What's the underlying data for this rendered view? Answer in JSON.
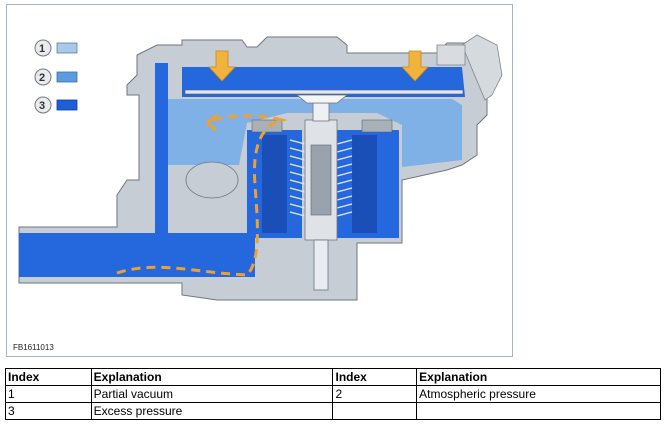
{
  "figure": {
    "id_label": "FB1611013",
    "legend": [
      {
        "number": "1",
        "swatch_color": "#a9c8ea"
      },
      {
        "number": "2",
        "swatch_color": "#5b9be0"
      },
      {
        "number": "3",
        "swatch_color": "#1d5fd8"
      }
    ],
    "colors": {
      "partial_vacuum": "#7fb0e6",
      "atmospheric": "#5b9be0",
      "excess": "#1f5fd8",
      "housing": "#bfc6cf",
      "arrow": "#f2b33c",
      "flow_dash": "#f0a030"
    }
  },
  "table": {
    "headers": [
      "Index",
      "Explanation",
      "Index",
      "Explanation"
    ],
    "rows": [
      [
        "1",
        "Partial vacuum",
        "2",
        "Atmospheric pressure"
      ],
      [
        "3",
        "Excess pressure",
        "",
        ""
      ]
    ]
  }
}
